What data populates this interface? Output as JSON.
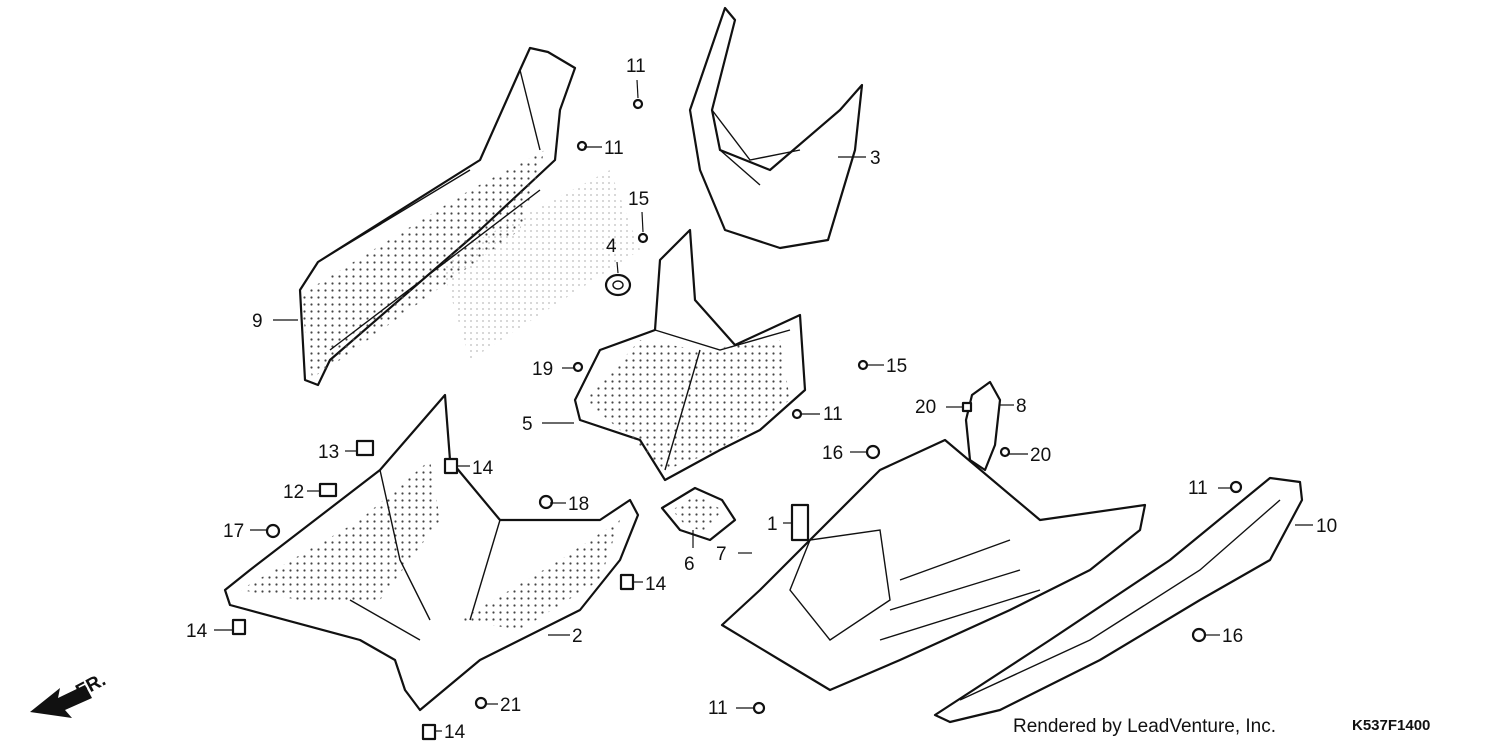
{
  "callouts": [
    "11",
    "11",
    "3",
    "15",
    "4",
    "9",
    "19",
    "15",
    "5",
    "11",
    "13",
    "14",
    "20",
    "8",
    "16",
    "20",
    "12",
    "18",
    "17",
    "1",
    "7",
    "6",
    "14",
    "11",
    "10",
    "14",
    "2",
    "16",
    "21",
    "14",
    "11"
  ],
  "footer": {
    "credit": "Rendered by LeadVenture, Inc.",
    "diagram_code": "K537F1400",
    "direction_label": "FR."
  },
  "colors": {
    "ink": "#111111",
    "background": "#ffffff"
  }
}
